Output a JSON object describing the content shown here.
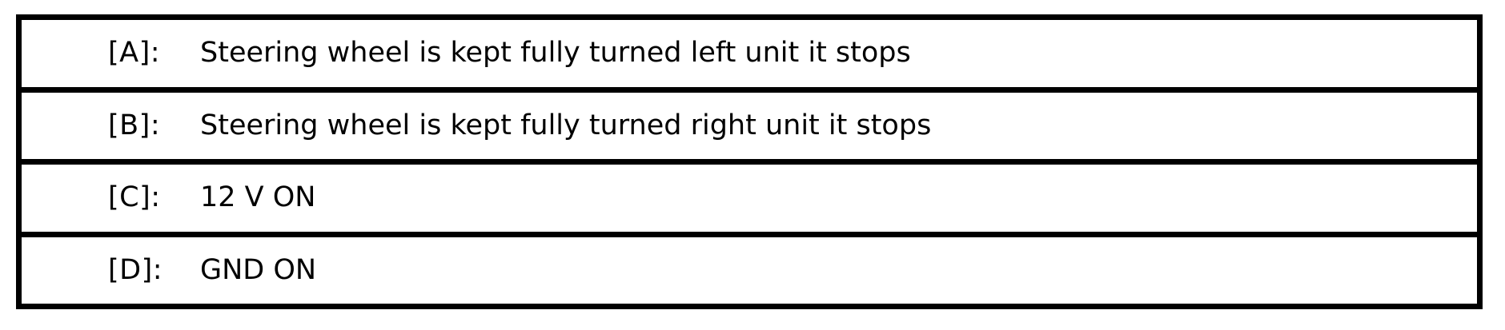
{
  "legend": {
    "colors": {
      "border": "#000000",
      "background": "#ffffff",
      "text": "#000000"
    },
    "rows": [
      {
        "key": "[A]:",
        "text": "Steering wheel is kept fully turned left unit it stops"
      },
      {
        "key": "[B]:",
        "text": "Steering wheel is kept fully turned right unit it stops"
      },
      {
        "key": "[C]:",
        "text": "12 V ON"
      },
      {
        "key": "[D]:",
        "text": "GND ON"
      }
    ]
  }
}
